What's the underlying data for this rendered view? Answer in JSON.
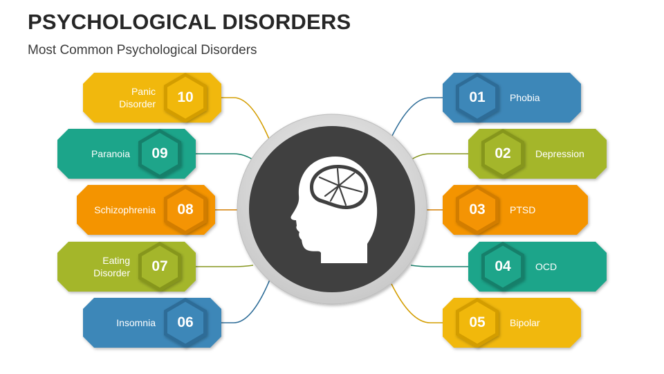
{
  "header": {
    "title": "PSYCHOLOGICAL DISORDERS",
    "subtitle": "Most Common Psychological Disorders"
  },
  "center": {
    "icon": "head-brain-icon",
    "ring_color": "#d7d7d7",
    "disc_color": "#404040"
  },
  "items": [
    {
      "number": "10",
      "label": "Panic\nDisorder",
      "color": "#f1b80b",
      "dark": "#d39d00"
    },
    {
      "number": "09",
      "label": "Paranoia",
      "color": "#1ea58a",
      "dark": "#167f6a"
    },
    {
      "number": "08",
      "label": "Schizophrenia",
      "color": "#f49404",
      "dark": "#d27d00"
    },
    {
      "number": "07",
      "label": "Eating\nDisorder",
      "color": "#a4b62b",
      "dark": "#86961f"
    },
    {
      "number": "06",
      "label": "Insomnia",
      "color": "#3d87b8",
      "dark": "#2d6c97"
    },
    {
      "number": "01",
      "label": "Phobia",
      "color": "#3d87b8",
      "dark": "#2d6c97"
    },
    {
      "number": "02",
      "label": "Depression",
      "color": "#a4b62b",
      "dark": "#86961f"
    },
    {
      "number": "03",
      "label": "PTSD",
      "color": "#f49404",
      "dark": "#d27d00"
    },
    {
      "number": "04",
      "label": "OCD",
      "color": "#1ea58a",
      "dark": "#167f6a"
    },
    {
      "number": "05",
      "label": "Bipolar",
      "color": "#f1b80b",
      "dark": "#d39d00"
    }
  ]
}
